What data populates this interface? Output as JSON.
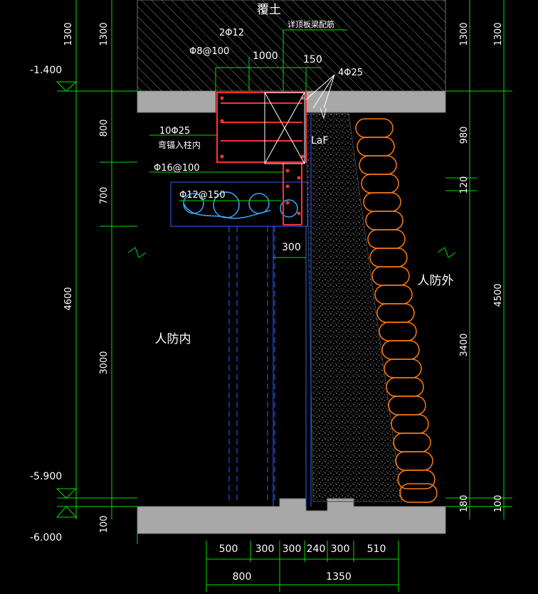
{
  "title": "覆土",
  "zones": {
    "inside": "人防内",
    "outside": "人防外"
  },
  "elevations": [
    "-1.400",
    "-5.900",
    "-6.000"
  ],
  "rebar_notes": {
    "top_bars": "2Φ12",
    "stirrup": "Φ8@100",
    "top_slab_note": "详顶板梁配筋",
    "corner_bars": "4Φ25",
    "bent_bars": "10Φ25",
    "bent_bars_note": "弯锚入柱内",
    "wall_stirrup": "Φ16@100",
    "pipe_spacing": "Φ12@150",
    "anchor": "LaF"
  },
  "top_dims": {
    "beam_width": "1000",
    "offset": "150"
  },
  "wall_dims": {
    "gap": "300"
  },
  "left_dims": [
    "1300",
    "800",
    "700",
    "4600",
    "3000",
    "100"
  ],
  "right_dims_inner": [
    "1300",
    "980",
    "120",
    "3400",
    "180"
  ],
  "right_dims_outer": [
    "1300",
    "4500",
    "100"
  ],
  "bottom_dims_row1": [
    "500",
    "300",
    "300",
    "240",
    "300",
    "510"
  ],
  "bottom_dims_row2": [
    "800",
    "1350"
  ],
  "colors": {
    "background": "#000000",
    "dimension_line": "#00e000",
    "slab_fill": "#a8a8a8",
    "rebar": "#ff3030",
    "sandbag": "#ff7a10",
    "wall_outline": "#3060ff",
    "text": "#ffffff"
  }
}
